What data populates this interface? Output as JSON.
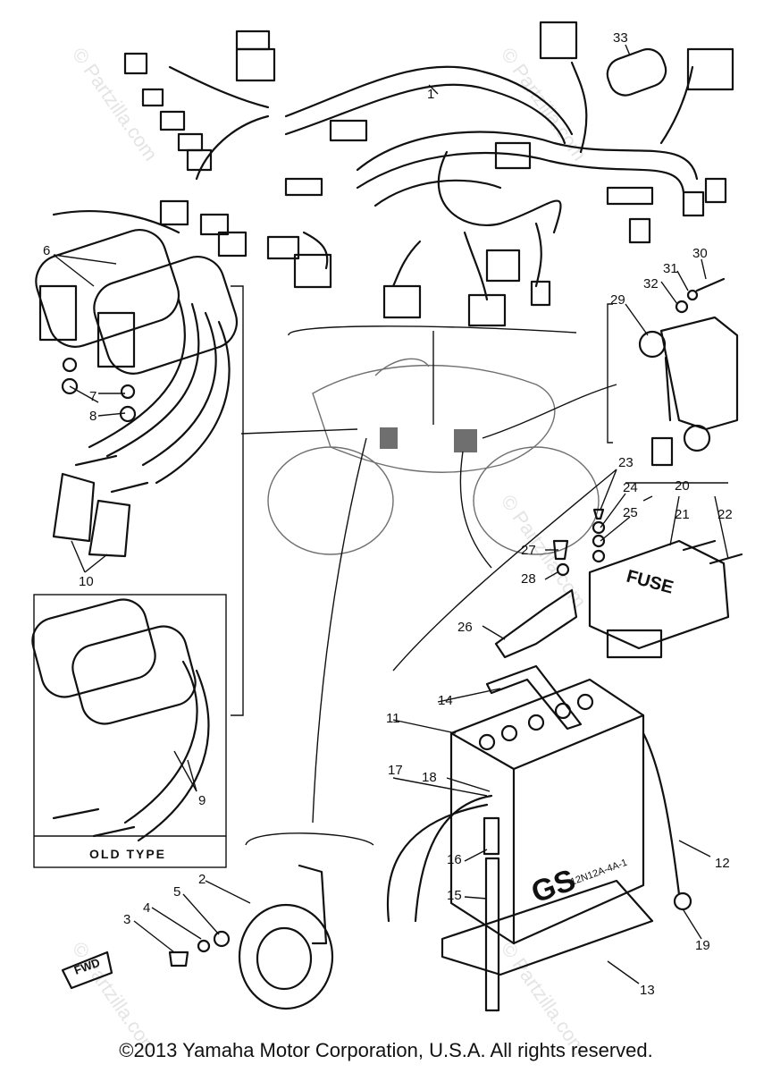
{
  "callouts": [
    {
      "id": "1",
      "label": "1"
    },
    {
      "id": "2",
      "label": "2"
    },
    {
      "id": "3",
      "label": "3"
    },
    {
      "id": "4",
      "label": "4"
    },
    {
      "id": "5",
      "label": "5"
    },
    {
      "id": "6",
      "label": "6"
    },
    {
      "id": "7",
      "label": "7"
    },
    {
      "id": "8",
      "label": "8"
    },
    {
      "id": "9",
      "label": "9"
    },
    {
      "id": "10",
      "label": "10"
    },
    {
      "id": "11",
      "label": "11"
    },
    {
      "id": "12",
      "label": "12"
    },
    {
      "id": "13",
      "label": "13"
    },
    {
      "id": "14",
      "label": "14"
    },
    {
      "id": "15",
      "label": "15"
    },
    {
      "id": "16",
      "label": "16"
    },
    {
      "id": "17",
      "label": "17"
    },
    {
      "id": "18",
      "label": "18"
    },
    {
      "id": "19",
      "label": "19"
    },
    {
      "id": "20",
      "label": "20"
    },
    {
      "id": "21",
      "label": "21"
    },
    {
      "id": "22",
      "label": "22"
    },
    {
      "id": "23",
      "label": "23"
    },
    {
      "id": "24",
      "label": "24"
    },
    {
      "id": "25",
      "label": "25"
    },
    {
      "id": "26",
      "label": "26"
    },
    {
      "id": "27",
      "label": "27"
    },
    {
      "id": "28",
      "label": "28"
    },
    {
      "id": "29",
      "label": "29"
    },
    {
      "id": "30",
      "label": "30"
    },
    {
      "id": "31",
      "label": "31"
    },
    {
      "id": "32",
      "label": "32"
    },
    {
      "id": "33",
      "label": "33"
    }
  ],
  "inset_label": "OLD TYPE",
  "fuse_label": "FUSE",
  "battery_brand": "GS",
  "battery_model": "12N12A-4A-1",
  "fwd_label": "FWD",
  "watermark": "© Partzilla.com",
  "copyright": "©2013 Yamaha Motor Corporation, U.S.A. All rights reserved."
}
